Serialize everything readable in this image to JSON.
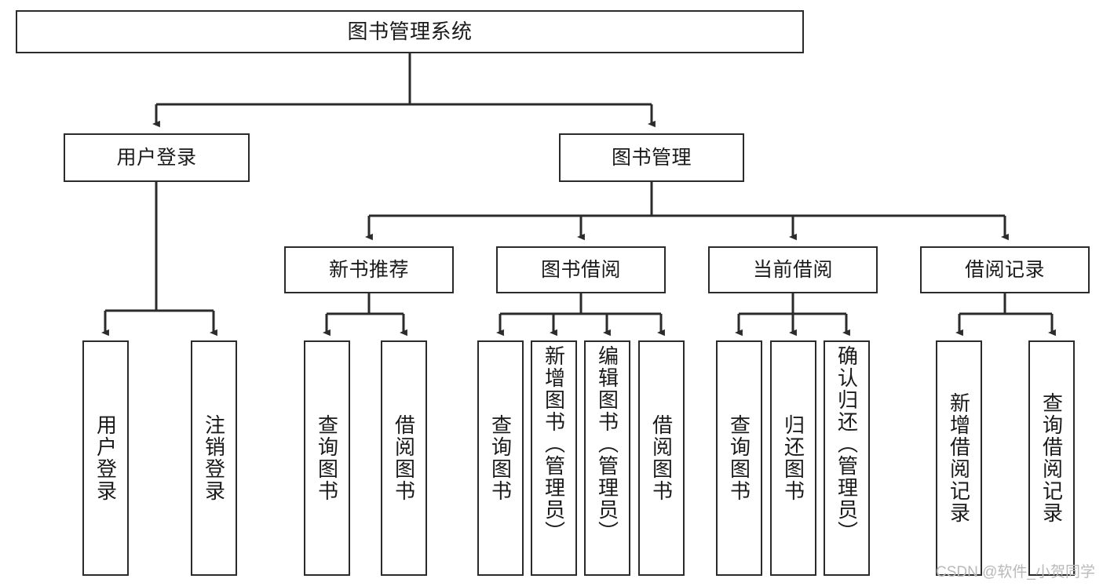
{
  "diagram": {
    "title": "图书管理系统",
    "type": "hierarchy-tree",
    "colors": {
      "box_border": "#2b2b2b",
      "box_fill": "#ffffff",
      "connector": "#2b2b2b",
      "text": "#1a1a1a",
      "watermark": "#b9b9b9"
    },
    "root": {
      "label": "图书管理系统"
    },
    "level2": [
      {
        "label": "用户登录"
      },
      {
        "label": "图书管理"
      }
    ],
    "level3": [
      {
        "label": "新书推荐"
      },
      {
        "label": "图书借阅"
      },
      {
        "label": "当前借阅"
      },
      {
        "label": "借阅记录"
      }
    ],
    "leaves": {
      "user_login": [
        {
          "label": "用户登录"
        },
        {
          "label": "注销登录"
        }
      ],
      "new_book": [
        {
          "label": "查询图书"
        },
        {
          "label": "借阅图书"
        }
      ],
      "book_borrow": [
        {
          "label": "查询图书"
        },
        {
          "label": "新增图书（管理员）"
        },
        {
          "label": "编辑图书（管理员）"
        },
        {
          "label": "借阅图书"
        }
      ],
      "current_borrow": [
        {
          "label": "查询图书"
        },
        {
          "label": "归还图书"
        },
        {
          "label": "确认归还（管理员）"
        }
      ],
      "borrow_record": [
        {
          "label": "新增借阅记录"
        },
        {
          "label": "查询借阅记录"
        }
      ]
    }
  },
  "watermark": {
    "text": "CSDN @软件_小贺同学"
  }
}
